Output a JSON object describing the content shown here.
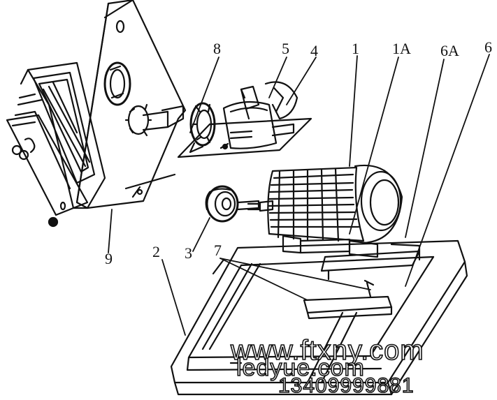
{
  "labels": {
    "n1": "1",
    "n1a": "1A",
    "n2": "2",
    "n3": "3",
    "n4": "4",
    "n5": "5",
    "n6": "6",
    "n6a": "6A",
    "n7": "7",
    "n8": "8",
    "n9": "9"
  },
  "watermark": {
    "line1": "www.ftxny.com",
    "line2": "ledyue.com",
    "line3": "13409999881"
  },
  "colors": {
    "ink": "#111111",
    "paper": "#ffffff"
  }
}
